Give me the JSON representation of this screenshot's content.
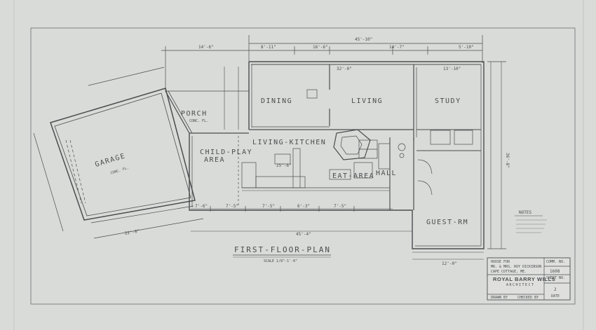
{
  "sheet": {
    "paper_color": "#d9dbd8",
    "line_color": "#4a4d4f",
    "rooms": {
      "garage": "GARAGE",
      "garage_note": "CONC. FL.",
      "porch": "PORCH",
      "porch_note": "CONC. FL.",
      "child_play": "CHILD-PLAY",
      "area": "AREA",
      "dining": "DINING",
      "living": "LIVING",
      "study": "STUDY",
      "living_kitchen": "LIVING-KITCHEN",
      "eat_area": "EAT-AREA",
      "hall": "HALL",
      "guest_rm": "GUEST-RM"
    },
    "dimensions": {
      "overall_top": "45'-10\"",
      "porch_width": "14'-6\"",
      "seg_1": "8'-11\"",
      "seg_2": "16'-6\"",
      "seg_3": "14'-7\"",
      "seg_4": "5'-10\"",
      "study_width": "13'-10\"",
      "living_inner": "32'-0\"",
      "overall_bottom": "45'-4\"",
      "bottom_1": "7'-6\"",
      "bottom_2": "7'-5\"",
      "bottom_3": "7'-5\"",
      "bottom_4": "6'-3\"",
      "bottom_5": "7'-5\"",
      "guest_width": "12'-0\"",
      "garage_width": "22'-0\"",
      "kitchen_span": "25'-6\"",
      "right_overall": "36'-8\""
    },
    "plan_title": "FIRST-FLOOR-PLAN",
    "plan_scale": "SCALE 1/8\"-1'-0\"",
    "notes_title": "NOTES",
    "title_block": {
      "house_for": "HOUSE FOR",
      "client": "MR. & MRS. ROY DICKINSON",
      "location": "CAPE COTTAGE, ME.",
      "comm_label": "COMM. NO.",
      "comm_no": "1608",
      "sheet_label": "SHEET NO.",
      "sheet_no": "2",
      "date_label": "DATE",
      "firm": "ROYAL BARRY WILLS",
      "firm_sub": "ARCHITECT",
      "drawn_by_label": "DRAWN BY",
      "checked_by_label": "CHECKED BY"
    }
  }
}
